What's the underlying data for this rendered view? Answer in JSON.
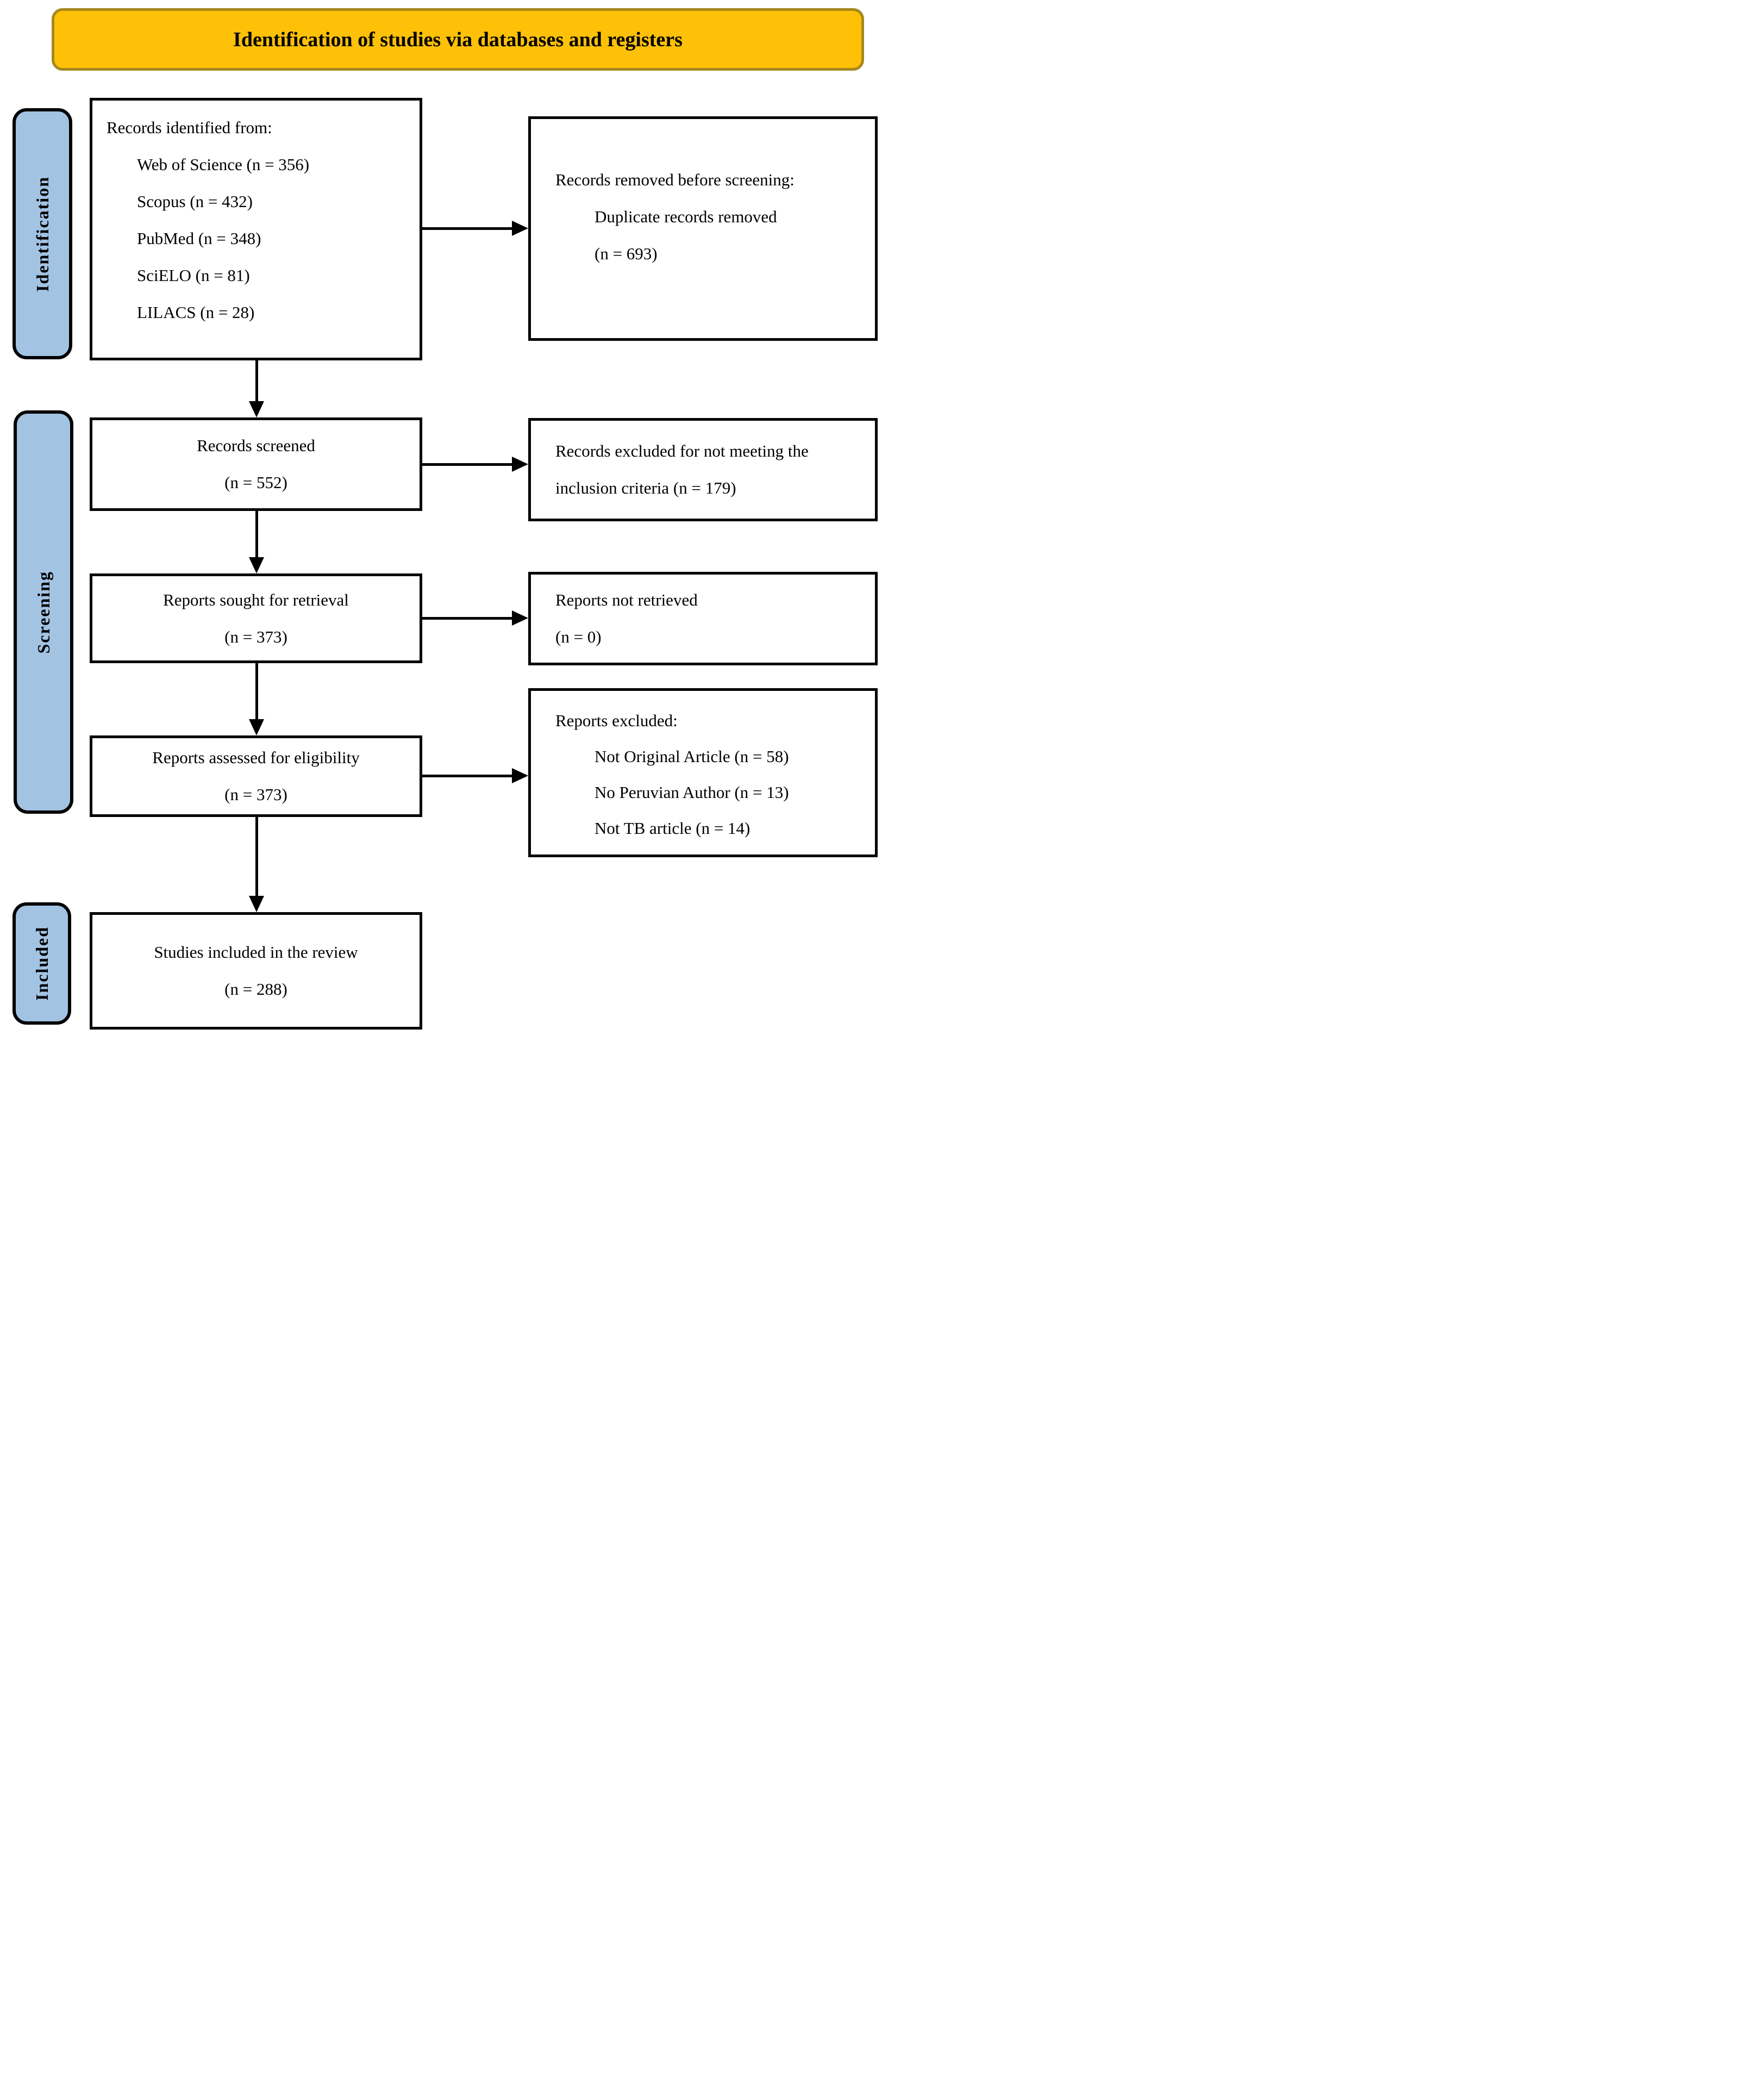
{
  "banner": {
    "title": "Identification of studies via databases and registers"
  },
  "stages": {
    "identification": "Identification",
    "screening": "Screening",
    "included": "Included"
  },
  "boxes": {
    "records_identified": {
      "intro": "Records identified from:",
      "sources": [
        "Web of Science (n = 356)",
        "Scopus (n = 432)",
        "PubMed (n = 348)",
        "SciELO (n = 81)",
        "LILACS (n = 28)"
      ]
    },
    "records_removed": {
      "intro": "Records removed before screening:",
      "details": [
        "Duplicate records removed",
        "(n = 693)"
      ]
    },
    "records_screened": {
      "label": "Records screened",
      "count": "(n = 552)"
    },
    "records_excluded": {
      "text": "Records excluded for not meeting the inclusion criteria (n = 179)"
    },
    "reports_sought": {
      "label": "Reports sought for retrieval",
      "count": "(n = 373)"
    },
    "reports_not_retrieved": {
      "label": "Reports not retrieved",
      "count": "(n = 0)"
    },
    "reports_assessed": {
      "label": "Reports assessed for eligibility",
      "count": "(n = 373)"
    },
    "reports_excluded": {
      "intro": "Reports excluded:",
      "reasons": [
        "Not Original Article (n = 58)",
        "No Peruvian Author (n = 13)",
        "Not TB article (n = 14)"
      ]
    },
    "studies_included": {
      "label": "Studies included in the review",
      "count": "(n = 288)"
    }
  },
  "colors": {
    "banner_fill": "#FFC107",
    "banner_border": "#A6881D",
    "stage_fill": "#A3C3E3",
    "box_border": "#000000",
    "text": "#000000",
    "background": "#FFFFFF"
  }
}
